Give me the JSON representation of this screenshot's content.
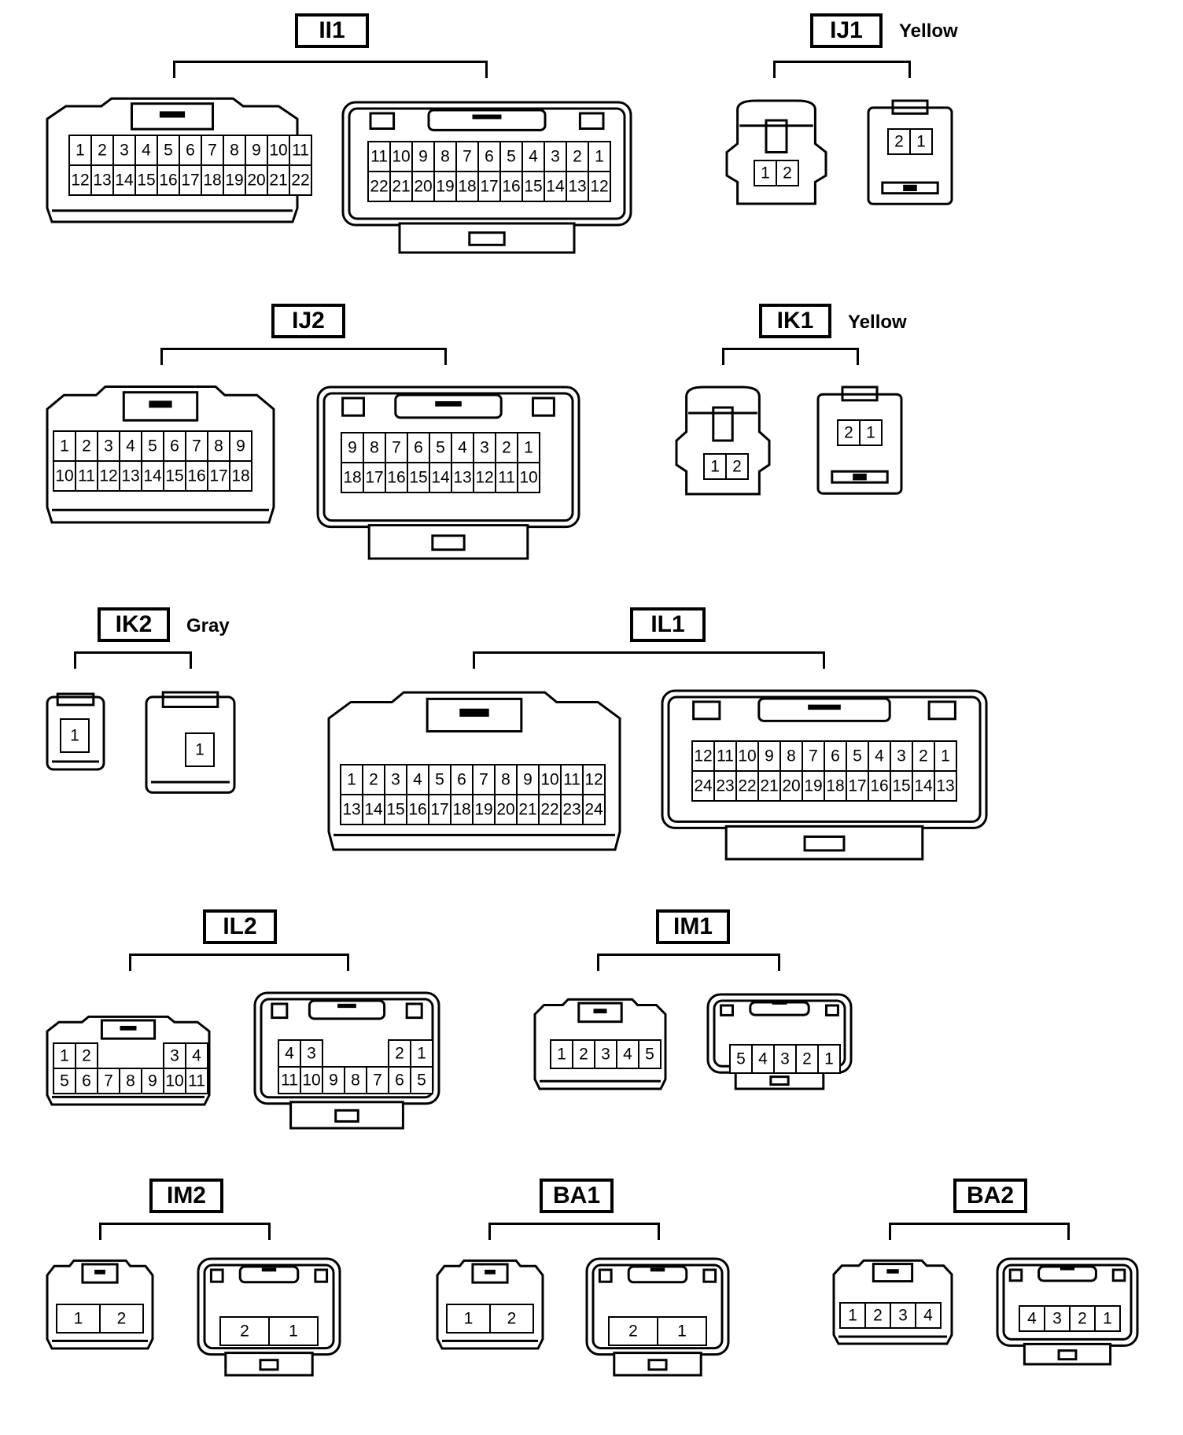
{
  "groups": [
    {
      "id": "II1",
      "label": "II1",
      "note": "",
      "left": {
        "rows": [
          [
            "1",
            "2",
            "3",
            "4",
            "5",
            "6",
            "7",
            "8",
            "9",
            "10",
            "11"
          ],
          [
            "12",
            "13",
            "14",
            "15",
            "16",
            "17",
            "18",
            "19",
            "20",
            "21",
            "22"
          ]
        ]
      },
      "right": {
        "rows": [
          [
            "11",
            "10",
            "9",
            "8",
            "7",
            "6",
            "5",
            "4",
            "3",
            "2",
            "1"
          ],
          [
            "22",
            "21",
            "20",
            "19",
            "18",
            "17",
            "16",
            "15",
            "14",
            "13",
            "12"
          ]
        ]
      }
    },
    {
      "id": "IJ1",
      "label": "IJ1",
      "note": "Yellow",
      "left": {
        "rows": [
          [
            "1",
            "2"
          ]
        ]
      },
      "right": {
        "rows": [
          [
            "2",
            "1"
          ]
        ]
      }
    },
    {
      "id": "IJ2",
      "label": "IJ2",
      "note": "",
      "left": {
        "rows": [
          [
            "1",
            "2",
            "3",
            "4",
            "5",
            "6",
            "7",
            "8",
            "9"
          ],
          [
            "10",
            "11",
            "12",
            "13",
            "14",
            "15",
            "16",
            "17",
            "18"
          ]
        ]
      },
      "right": {
        "rows": [
          [
            "9",
            "8",
            "7",
            "6",
            "5",
            "4",
            "3",
            "2",
            "1"
          ],
          [
            "18",
            "17",
            "16",
            "15",
            "14",
            "13",
            "12",
            "11",
            "10"
          ]
        ]
      }
    },
    {
      "id": "IK1",
      "label": "IK1",
      "note": "Yellow",
      "left": {
        "rows": [
          [
            "1",
            "2"
          ]
        ]
      },
      "right": {
        "rows": [
          [
            "2",
            "1"
          ]
        ]
      }
    },
    {
      "id": "IK2",
      "label": "IK2",
      "note": "Gray",
      "left": {
        "rows": [
          [
            "1"
          ]
        ]
      },
      "right": {
        "rows": [
          [
            "1"
          ]
        ]
      }
    },
    {
      "id": "IL1",
      "label": "IL1",
      "note": "",
      "left": {
        "rows": [
          [
            "1",
            "2",
            "3",
            "4",
            "5",
            "6",
            "7",
            "8",
            "9",
            "10",
            "11",
            "12"
          ],
          [
            "13",
            "14",
            "15",
            "16",
            "17",
            "18",
            "19",
            "20",
            "21",
            "22",
            "23",
            "24"
          ]
        ]
      },
      "right": {
        "rows": [
          [
            "12",
            "11",
            "10",
            "9",
            "8",
            "7",
            "6",
            "5",
            "4",
            "3",
            "2",
            "1"
          ],
          [
            "24",
            "23",
            "22",
            "21",
            "20",
            "19",
            "18",
            "17",
            "16",
            "15",
            "14",
            "13"
          ]
        ]
      }
    },
    {
      "id": "IL2",
      "label": "IL2",
      "note": "",
      "left": {
        "rows": [
          [
            "1",
            "2",
            "",
            "",
            "",
            "3",
            "4"
          ],
          [
            "5",
            "6",
            "7",
            "8",
            "9",
            "10",
            "11"
          ]
        ]
      },
      "right": {
        "rows": [
          [
            "4",
            "3",
            "",
            "",
            "",
            "2",
            "1"
          ],
          [
            "11",
            "10",
            "9",
            "8",
            "7",
            "6",
            "5"
          ]
        ]
      }
    },
    {
      "id": "IM1",
      "label": "IM1",
      "note": "",
      "left": {
        "rows": [
          [
            "1",
            "2",
            "3",
            "4",
            "5"
          ]
        ]
      },
      "right": {
        "rows": [
          [
            "5",
            "4",
            "3",
            "2",
            "1"
          ]
        ]
      }
    },
    {
      "id": "IM2",
      "label": "IM2",
      "note": "",
      "left": {
        "rows": [
          [
            "1",
            "2"
          ]
        ]
      },
      "right": {
        "rows": [
          [
            "2",
            "1"
          ]
        ]
      }
    },
    {
      "id": "BA1",
      "label": "BA1",
      "note": "",
      "left": {
        "rows": [
          [
            "1",
            "2"
          ]
        ]
      },
      "right": {
        "rows": [
          [
            "2",
            "1"
          ]
        ]
      }
    },
    {
      "id": "BA2",
      "label": "BA2",
      "note": "",
      "left": {
        "rows": [
          [
            "1",
            "2",
            "3",
            "4"
          ]
        ]
      },
      "right": {
        "rows": [
          [
            "4",
            "3",
            "2",
            "1"
          ]
        ]
      }
    }
  ]
}
